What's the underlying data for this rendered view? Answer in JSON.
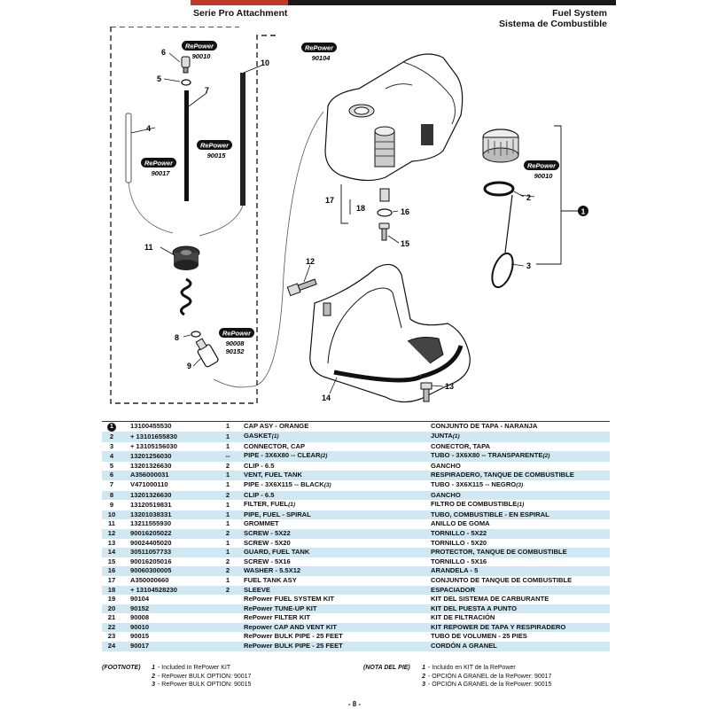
{
  "header": {
    "left": "Serie Pro Attachment",
    "right_line1": "Fuel System",
    "right_line2": "Sistema de Combustible"
  },
  "diagram": {
    "repower_brand": "RePower",
    "callouts": {
      "c1": "1",
      "c2": "2",
      "c3": "3",
      "c4": "4",
      "c5": "5",
      "c6": "6",
      "c7": "7",
      "c8": "8",
      "c9": "9",
      "c10": "10",
      "c11": "11",
      "c12": "12",
      "c13": "13",
      "c14": "14",
      "c15": "15",
      "c16": "16",
      "c17": "17",
      "c18": "18"
    },
    "kits": {
      "k90010a": "90010",
      "k90104": "90104",
      "k90015": "90015",
      "k90017": "90017",
      "k90008": "90008",
      "k90152": "90152",
      "k90010b": "90010"
    }
  },
  "parts": [
    {
      "ref": "1",
      "pn": "13100455530",
      "qty": "1",
      "en": "CAP ASY - ORANGE",
      "en_note": "",
      "es": "CONJUNTO DE TAPA - NARANJA",
      "es_note": "",
      "circled": true
    },
    {
      "ref": "2",
      "pn": "+ 13101655830",
      "qty": "1",
      "en": "GASKET",
      "en_note": "(1)",
      "es": "JUNTA",
      "es_note": "(1)"
    },
    {
      "ref": "3",
      "pn": "+ 13105156030",
      "qty": "1",
      "en": "CONNECTOR, CAP",
      "en_note": "",
      "es": "CONECTOR, TAPA",
      "es_note": ""
    },
    {
      "ref": "4",
      "pn": "13201256030",
      "qty": "--",
      "en": "PIPE - 3X6X80 -- CLEAR",
      "en_note": "(2)",
      "es": "TUBO - 3X6X80 -- TRANSPARENTE",
      "es_note": "(2)"
    },
    {
      "ref": "5",
      "pn": "13201326630",
      "qty": "2",
      "en": "CLIP - 6.5",
      "en_note": "",
      "es": "GANCHO",
      "es_note": ""
    },
    {
      "ref": "6",
      "pn": "A356000031",
      "qty": "1",
      "en": "VENT, FUEL TANK",
      "en_note": "",
      "es": "RESPIRADERO, TANQUE DE COMBUSTIBLE",
      "es_note": ""
    },
    {
      "ref": "7",
      "pn": "V471000110",
      "qty": "1",
      "en": "PIPE - 3X6X115 -- BLACK",
      "en_note": "(3)",
      "es": "TUBO - 3X6X115 -- NEGRO",
      "es_note": "(3)"
    },
    {
      "ref": "8",
      "pn": "13201326630",
      "qty": "2",
      "en": "CLIP - 6.5",
      "en_note": "",
      "es": "GANCHO",
      "es_note": ""
    },
    {
      "ref": "9",
      "pn": "13120519831",
      "qty": "1",
      "en": "FILTER, FUEL",
      "en_note": "(1)",
      "es": "FILTRO DE COMBUSTIBLE",
      "es_note": "(1)"
    },
    {
      "ref": "10",
      "pn": "13201038331",
      "qty": "1",
      "en": "PIPE, FUEL - SPIRAL",
      "en_note": "",
      "es": "TUBO, COMBUSTIBLE - EN ESPIRAL",
      "es_note": ""
    },
    {
      "ref": "11",
      "pn": "13211555930",
      "qty": "1",
      "en": "GROMMET",
      "en_note": "",
      "es": "ANILLO DE GOMA",
      "es_note": ""
    },
    {
      "ref": "12",
      "pn": "90016205022",
      "qty": "2",
      "en": "SCREW - 5X22",
      "en_note": "",
      "es": "TORNILLO - 5X22",
      "es_note": ""
    },
    {
      "ref": "13",
      "pn": "90024405020",
      "qty": "1",
      "en": "SCREW - 5X20",
      "en_note": "",
      "es": "TORNILLO - 5X20",
      "es_note": ""
    },
    {
      "ref": "14",
      "pn": "30511057733",
      "qty": "1",
      "en": "GUARD, FUEL TANK",
      "en_note": "",
      "es": "PROTECTOR, TANQUE DE COMBUSTIBLE",
      "es_note": ""
    },
    {
      "ref": "15",
      "pn": "90016205016",
      "qty": "2",
      "en": "SCREW - 5X16",
      "en_note": "",
      "es": "TORNILLO - 5X16",
      "es_note": ""
    },
    {
      "ref": "16",
      "pn": "90060300005",
      "qty": "2",
      "en": "WASHER - 5.5X12",
      "en_note": "",
      "es": "ARANDELA - 5",
      "es_note": ""
    },
    {
      "ref": "17",
      "pn": "A350000660",
      "qty": "1",
      "en": "FUEL TANK ASY",
      "en_note": "",
      "es": "CONJUNTO DE TANQUE DE COMBUSTIBLE",
      "es_note": ""
    },
    {
      "ref": "18",
      "pn": "+ 13104528230",
      "qty": "2",
      "en": "SLEEVE",
      "en_note": "",
      "es": "ESPACIADOR",
      "es_note": ""
    },
    {
      "ref": "19",
      "pn": "90104",
      "qty": "",
      "en": "RePower FUEL SYSTEM KIT",
      "en_note": "",
      "es": "KIT DEL SISTEMA DE CARBURANTE",
      "es_note": ""
    },
    {
      "ref": "20",
      "pn": "90152",
      "qty": "",
      "en": "RePower TUNE-UP KIT",
      "en_note": "",
      "es": "KIT DEL PUESTA A PUNTO",
      "es_note": ""
    },
    {
      "ref": "21",
      "pn": "90008",
      "qty": "",
      "en": "RePower FILTER KIT",
      "en_note": "",
      "es": "KIT DE FILTRACIÓN",
      "es_note": ""
    },
    {
      "ref": "22",
      "pn": "90010",
      "qty": "",
      "en": "Repower CAP AND VENT KIT",
      "en_note": "",
      "es": "KIT REPOWER DE TAPA Y RESPIRADERO",
      "es_note": ""
    },
    {
      "ref": "23",
      "pn": "90015",
      "qty": "",
      "en": "RePower BULK PIPE - 25 FEET",
      "en_note": "",
      "es": "TUBO DE VOLUMEN - 25 PIES",
      "es_note": ""
    },
    {
      "ref": "24",
      "pn": "90017",
      "qty": "",
      "en": "RePower BULK PIPE - 25 FEET",
      "en_note": "",
      "es": "CORDÓN A GRANEL",
      "es_note": ""
    }
  ],
  "footnotes": {
    "en_label": "(FOOTNOTE)",
    "en": [
      {
        "n": "1",
        "text": "- Included In RePower KIT"
      },
      {
        "n": "2",
        "text": "- RePower BULK OPTION: 90017"
      },
      {
        "n": "3",
        "text": "- RePower BULK OPTION: 90015"
      }
    ],
    "es_label": "(NOTA DEL PIE)",
    "es": [
      {
        "n": "1",
        "text": "- Incluido en KIT de la RePower"
      },
      {
        "n": "2",
        "text": "- OPCIÓN A GRANEL de la RePower: 90017"
      },
      {
        "n": "3",
        "text": "- OPCIÓN A GRANEL de la RePower: 90015"
      }
    ]
  },
  "page_number": "- 8 -"
}
